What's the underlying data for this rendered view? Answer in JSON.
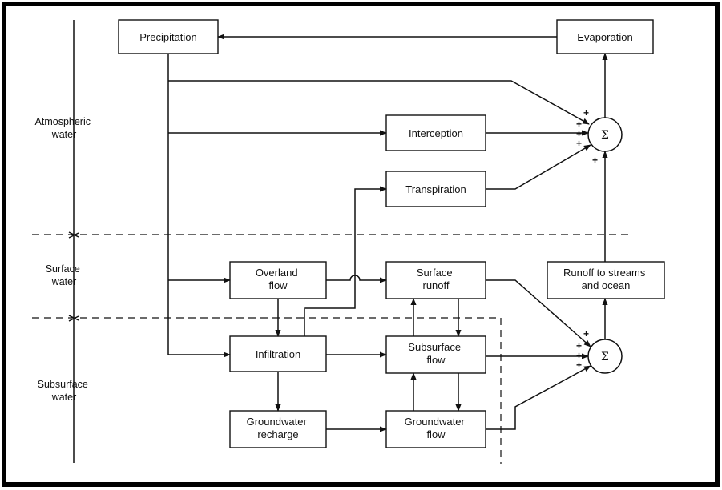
{
  "zones": {
    "atmospheric": [
      "Atmospheric",
      "water"
    ],
    "surface": [
      "Surface",
      "water"
    ],
    "subsurface": [
      "Subsurface",
      "water"
    ]
  },
  "boxes": {
    "precipitation": [
      "Precipitation"
    ],
    "evaporation": [
      "Evaporation"
    ],
    "interception": [
      "Interception"
    ],
    "transpiration": [
      "Transpiration"
    ],
    "overland_flow": [
      "Overland",
      "flow"
    ],
    "surface_runoff": [
      "Surface",
      "runoff"
    ],
    "runoff_to_streams": [
      "Runoff to streams",
      "and ocean"
    ],
    "infiltration": [
      "Infiltration"
    ],
    "subsurface_flow": [
      "Subsurface",
      "flow"
    ],
    "groundwater_recharge": [
      "Groundwater",
      "recharge"
    ],
    "groundwater_flow": [
      "Groundwater",
      "flow"
    ]
  },
  "sum_nodes": {
    "upper": {
      "symbol": "Σ",
      "signs": [
        "+",
        "+",
        "+",
        "+",
        "+"
      ]
    },
    "lower": {
      "symbol": "Σ",
      "signs": [
        "+",
        "+",
        "+",
        "+"
      ]
    }
  },
  "colors": {
    "ink": "#111111",
    "frame": "#000000",
    "background": "#ffffff"
  }
}
